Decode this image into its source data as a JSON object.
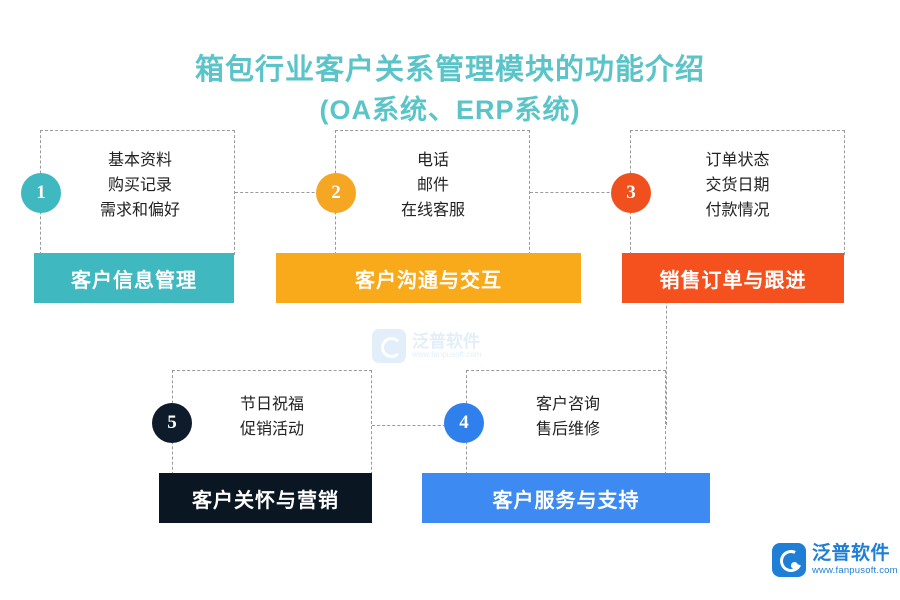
{
  "title": {
    "line1": "箱包行业客户关系管理模块的功能介绍",
    "line2": "(OA系统、ERP系统)",
    "color": "#5ac4c8"
  },
  "nodes": [
    {
      "number": "1",
      "number_color": "#3fb8bf",
      "bar_label": "客户信息管理",
      "bar_color": "#3fb8bf",
      "items": [
        "基本资料",
        "购买记录",
        "需求和偏好"
      ]
    },
    {
      "number": "2",
      "number_color": "#f5a623",
      "bar_label": "客户沟通与交互",
      "bar_color": "#f9aa1b",
      "items": [
        "电话",
        "邮件",
        "在线客服"
      ]
    },
    {
      "number": "3",
      "number_color": "#f0501e",
      "bar_label": "销售订单与跟进",
      "bar_color": "#f4511e",
      "items": [
        "订单状态",
        "交货日期",
        "付款情况"
      ]
    },
    {
      "number": "4",
      "number_color": "#2f80ed",
      "bar_label": "客户服务与支持",
      "bar_color": "#3d8bf2",
      "items": [
        "客户咨询",
        "售后维修"
      ]
    },
    {
      "number": "5",
      "number_color": "#0d1b2a",
      "bar_label": "客户关怀与营销",
      "bar_color": "#0a1622",
      "items": [
        "节日祝福",
        "促销活动"
      ]
    }
  ],
  "watermark": {
    "name": "泛普软件",
    "sub": "www.fanpusoft.com"
  },
  "brand": {
    "name": "泛普软件",
    "url": "www.fanpusoft.com"
  }
}
